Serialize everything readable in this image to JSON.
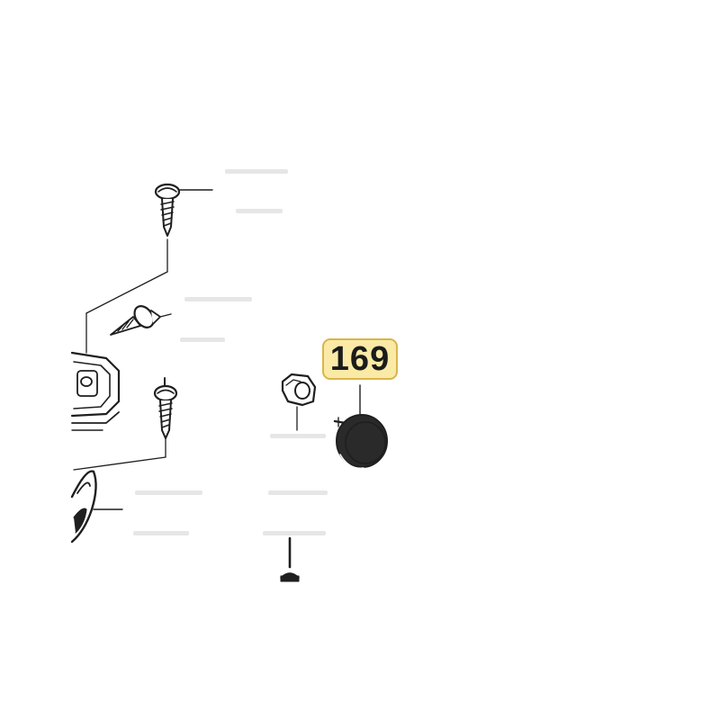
{
  "callout": {
    "part_number": "169",
    "badge_fill": "#fbeaa6",
    "badge_border": "#d9b54a",
    "text_color": "#1b1b1b"
  },
  "colors": {
    "line": "#1f1f1f",
    "faded_label": "#e3e3e3"
  },
  "parts": [
    {
      "name": "screw-top"
    },
    {
      "name": "screw-middle"
    },
    {
      "name": "screw-lower"
    },
    {
      "name": "bracket-plate"
    },
    {
      "name": "housing-edge"
    },
    {
      "name": "hex-nut"
    },
    {
      "name": "cap-reflector"
    },
    {
      "name": "pin-bottom"
    }
  ]
}
